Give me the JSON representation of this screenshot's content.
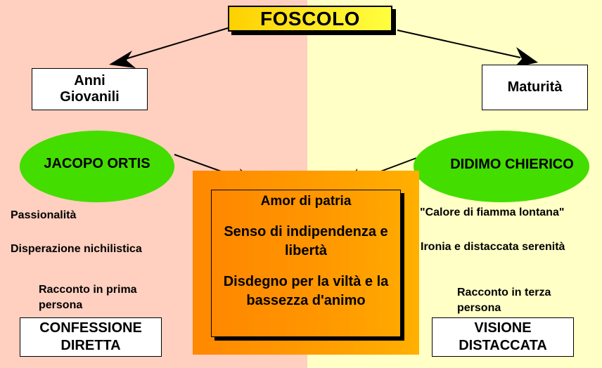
{
  "colors": {
    "left_bg": "#ffcfbf",
    "right_bg": "#ffffc6",
    "title_bg_start": "#ffd000",
    "title_bg_end": "#ffff40",
    "ellipse_green": "#44dd00",
    "panel_orange_start": "#ff8800",
    "panel_orange_end": "#ffb000"
  },
  "title": "FOSCOLO",
  "branches": {
    "left": {
      "period": "Anni Giovanili",
      "persona": "JACOPO ORTIS",
      "traits": [
        "Passionalità",
        "Disperazione nichilistica"
      ],
      "narration": "Racconto in prima persona",
      "result": "CONFESSIONE DIRETTA"
    },
    "right": {
      "period": "Maturità",
      "persona": "DIDIMO CHIERICO",
      "traits": [
        "\"Calore di fiamma lontana\"",
        "Ironia e distaccata serenità"
      ],
      "narration": "Racconto in terza persona",
      "result": "VISIONE DISTACCATA"
    }
  },
  "common_values": [
    "Amor di patria",
    "Senso di indipendenza e libertà",
    "Disdegno per la viltà e la bassezza d'animo"
  ]
}
